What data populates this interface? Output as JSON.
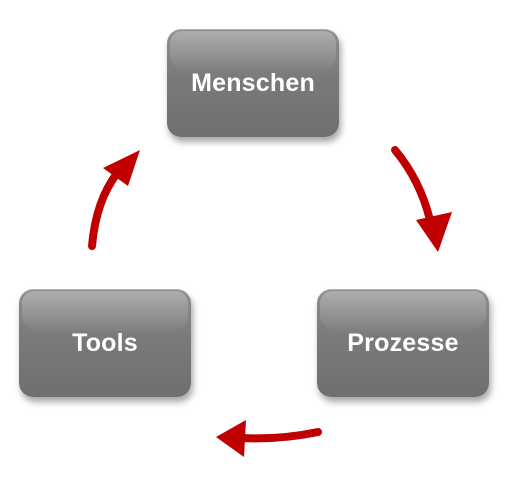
{
  "nodes": {
    "top": {
      "label": "Menschen"
    },
    "right": {
      "label": "Prozesse"
    },
    "left": {
      "label": "Tools"
    }
  },
  "colors": {
    "box": "#7a7a7a",
    "arrow": "#c00000",
    "text": "#ffffff"
  },
  "arrows": [
    {
      "from": "Menschen",
      "to": "Prozesse"
    },
    {
      "from": "Prozesse",
      "to": "Tools"
    },
    {
      "from": "Tools",
      "to": "Menschen"
    }
  ]
}
